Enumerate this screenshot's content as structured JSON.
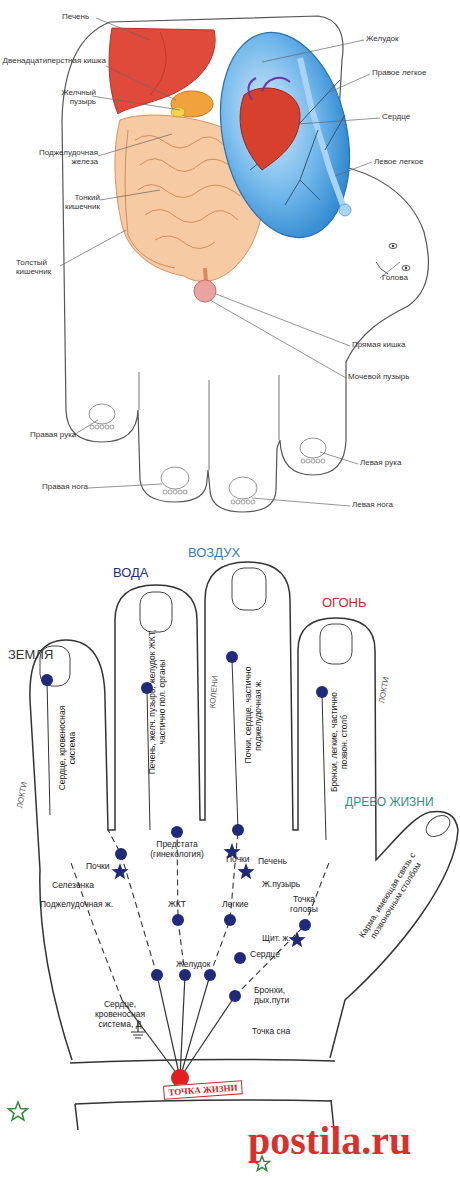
{
  "diagram": {
    "nodes": [
      {
        "text": [
          "ТОЧКА ЖИЗНИ"
        ]
      }
    ],
    "labels": [
      "Печень",
      "Двенадцатиперстная кишка",
      "Желчный пузырь",
      "Поджелудочная железа",
      "Тонкий кишечник",
      "Толстый кишечник",
      "Желудок",
      "Правое легкое",
      "Сердце",
      "Левое легкое",
      "Голова",
      "Прямая кишка",
      "Мочевой пузырь",
      "Правая рука",
      "Левая рука",
      "Правая нога",
      "Левая нога",
      "ВОДА",
      "ВОЗДУХ",
      "ОГОНЬ",
      "ЗЕМЛЯ",
      "Сердце, кровеносная система",
      "ЛОКТИ",
      "Печень, желч. пузырь, желудок ЖКТ, частично пол. органы",
      "КОЛЕНИ",
      "Почки, сердце, частично поджелудочная ж.",
      "Бронхи, легкие, частично позвон. столб",
      "ЛОКТИ",
      "ДРЕВО ЖИЗНИ",
      "Карма, имеющая связь с позвоночным столбом",
      "Почки",
      "Селезенка",
      "Предстата (гинекология)",
      "Почки",
      "Печень",
      "Ж.пузырь",
      "Поджелудочная ж.",
      "ЖКТ",
      "Легкие",
      "Точка головы",
      "Щит. ж.",
      "Сердце",
      "Желудок",
      "Бронхи, дых.пути",
      "Сердце, кровеносная система, Д",
      "Точка сна",
      "postila.ru"
    ]
  }
}
